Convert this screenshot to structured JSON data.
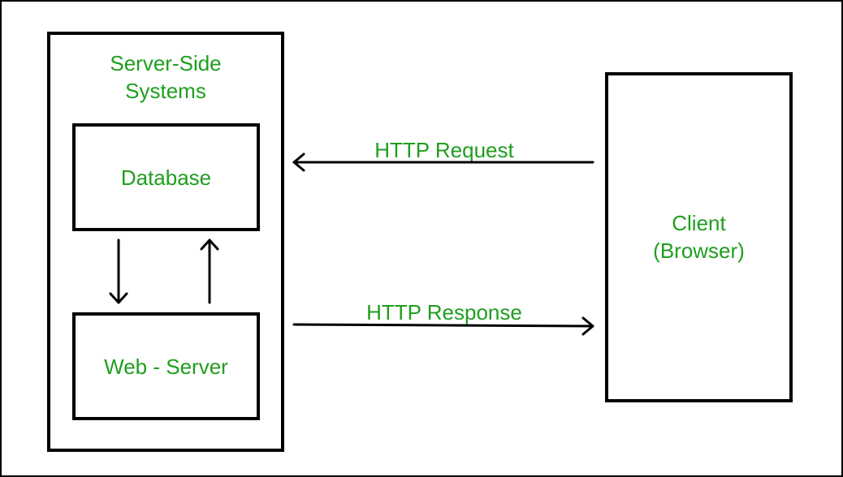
{
  "diagram": {
    "server_side": {
      "title": "Server-Side\nSystems",
      "database": "Database",
      "web_server": "Web - Server"
    },
    "client": {
      "label": "Client\n(Browser)"
    },
    "request": {
      "label": "HTTP Request",
      "direction": "client-to-server"
    },
    "response": {
      "label": "HTTP Response",
      "direction": "server-to-client"
    },
    "colors": {
      "text": "#1f9e1f",
      "lines": "#000000"
    }
  }
}
